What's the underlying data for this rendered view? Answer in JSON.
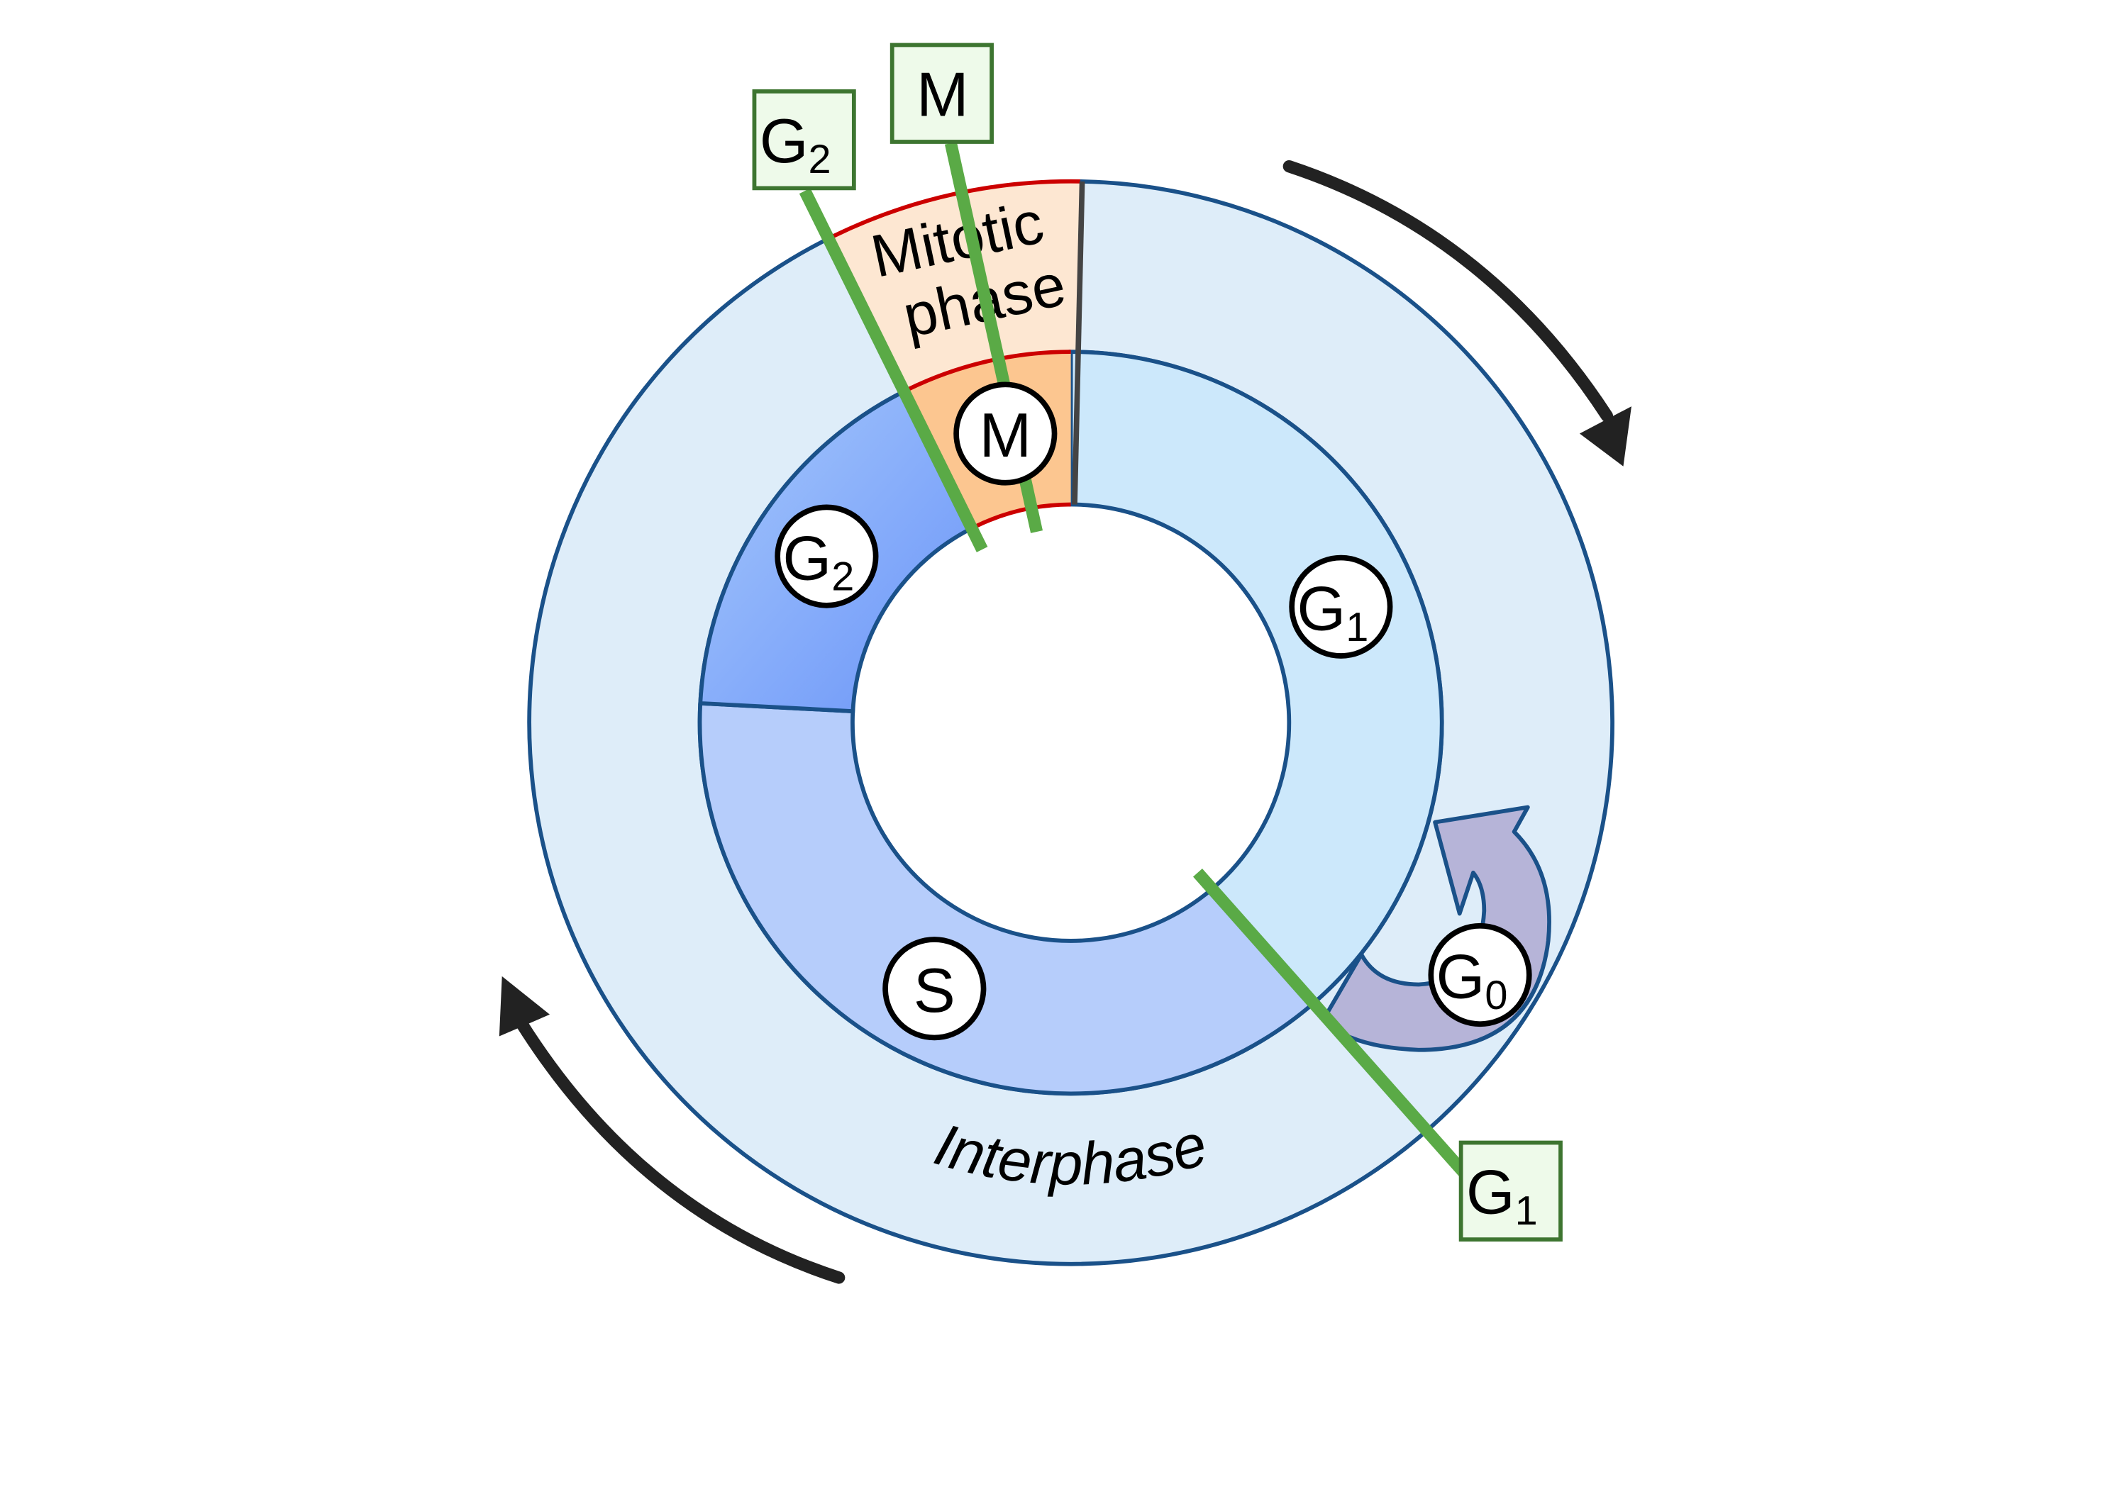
{
  "diagram": {
    "outer_labels": {
      "mitotic_line1": "Mitotic",
      "mitotic_line2": "phase",
      "interphase": "Interphase"
    },
    "phases": [
      {
        "id": "G1",
        "main": "G",
        "sub": "1"
      },
      {
        "id": "S",
        "main": "S",
        "sub": ""
      },
      {
        "id": "G2",
        "main": "G",
        "sub": "2"
      },
      {
        "id": "M",
        "main": "M",
        "sub": ""
      },
      {
        "id": "G0",
        "main": "G",
        "sub": "0"
      }
    ],
    "checkpoints": [
      {
        "id": "G2",
        "main": "G",
        "sub": "2"
      },
      {
        "id": "M",
        "main": "M",
        "sub": ""
      },
      {
        "id": "G1",
        "main": "G",
        "sub": "1"
      }
    ],
    "colors": {
      "interphase_band": "#deedf9",
      "mitotic_band": "#fde7d2",
      "g1": "#cce8fb",
      "s": "#b6cdfb",
      "g2_light": "#9fc3fc",
      "g2_dark": "#6d98f9",
      "m": "#fcc690",
      "outline": "#1a5189",
      "mitotic_outline": "#cc0000",
      "checkpoint_line": "#5aaa46",
      "checkpoint_box": "#eefaea",
      "checkpoint_border": "#3d7530",
      "g0_arrow": "#b6b4d8"
    }
  }
}
